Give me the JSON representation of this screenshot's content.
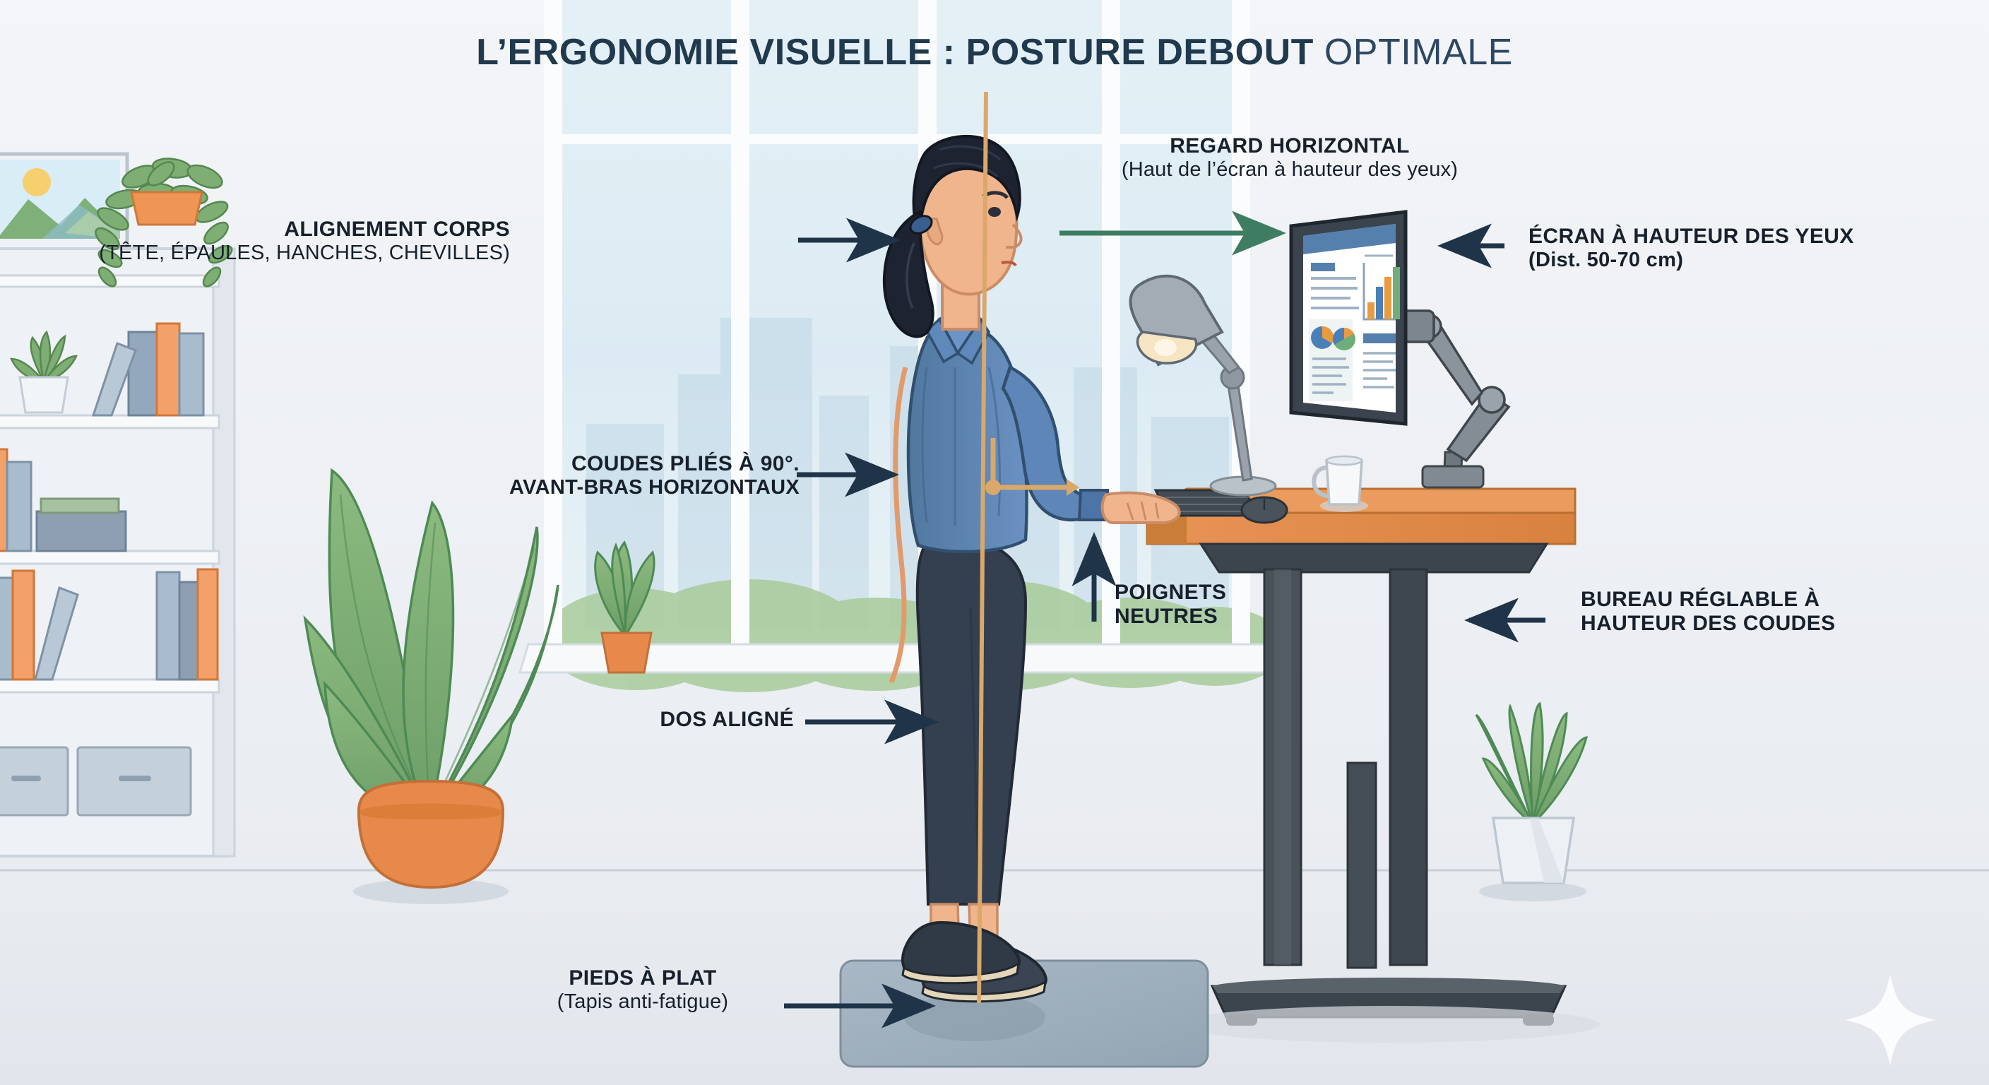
{
  "title": {
    "bold_part": "L’ERGONOMIE VISUELLE : POSTURE DEBOUT",
    "light_part": "OPTIMALE"
  },
  "colors": {
    "title": "#20394d",
    "arrow_dark": "#1f3448",
    "arrow_green": "#3f7d63",
    "plumb_line": "#d9a86a",
    "spine_line": "#e39a6a",
    "wall": "#eef0f4",
    "floor": "#e6e9ee",
    "window_glass": "#dbeaf2",
    "desk_top": "#e08b4e",
    "desk_frame": "#444c55",
    "shirt": "#5b82b5",
    "trousers": "#343f4f",
    "hair": "#1d2330",
    "skin": "#f0b58c",
    "mat": "#9eb0bf",
    "pot_orange": "#e8894c",
    "pot_white": "#e9edf1",
    "leaf_green": "#7fae74",
    "book_orange": "#f4a06a",
    "book_blue": "#93a8bd",
    "monitor_bezel": "#3b444e",
    "mug": "#f4f6f8"
  },
  "labels": [
    {
      "id": "alignement-corps",
      "line1": "ALIGNEMENT CORPS",
      "line2": "(TÊTE, ÉPAULES, HANCHES, CHEVILLES)",
      "line2_style": "regular"
    },
    {
      "id": "regard-horizontal",
      "line1": "REGARD HORIZONTAL",
      "line2": "(Haut de l’écran à hauteur des yeux)",
      "line2_style": "regular"
    },
    {
      "id": "ecran-hauteur-yeux",
      "line1": "ÉCRAN À HAUTEUR DES YEUX",
      "line2": "(Dist. 50-70 cm)",
      "line2_style": "bold"
    },
    {
      "id": "coudes-plies",
      "line1": "COUDES PLIÉS À 90°.",
      "line2": "AVANT-BRAS HORIZONTAUX",
      "line2_style": "bold"
    },
    {
      "id": "poignets-neutres",
      "line1": "POIGNETS",
      "line2": "NEUTRES",
      "line2_style": "bold"
    },
    {
      "id": "bureau-reglable",
      "line1": "BUREAU RÉGLABLE À",
      "line2": "HAUTEUR DES COUDES",
      "line2_style": "bold"
    },
    {
      "id": "dos-aligne",
      "line1": "DOS ALIGNÉ",
      "line2": "",
      "line2_style": "none"
    },
    {
      "id": "pieds-a-plat",
      "line1": "PIEDS À PLAT",
      "line2": "(Tapis anti-fatigue)",
      "line2_style": "regular"
    }
  ],
  "scene": {
    "room": "office-interior",
    "window": {
      "panes": 4,
      "skyline": "city-buildings",
      "foliage": "bushes",
      "sill_plant": "small-potted-plant"
    },
    "bookshelf": {
      "shelves": 4,
      "art": "framed-landscape-picture",
      "top_plant": "trailing-plant-orange-pot",
      "shelf_plant": "succulent-white-pot",
      "storage_boxes": 2
    },
    "floor_plant_left": "large-leafy-plant-orange-pot",
    "floor_plant_right": "snake-plant-white-pot",
    "person": {
      "pose": "standing-profile-facing-right",
      "hair": "dark-ponytail",
      "top": "blue-button-shirt",
      "bottom": "dark-trousers",
      "shoes": "dark-flats"
    },
    "desk": {
      "type": "sit-stand-adjustable",
      "top": "wood",
      "frame": "dark-gray-telescoping",
      "items": [
        "keyboard",
        "mouse",
        "mug",
        "desk-lamp",
        "monitor-arm"
      ]
    },
    "monitor": {
      "mount": "articulating-arm",
      "screen_content": "dashboard-with-charts"
    },
    "mat": "anti-fatigue-mat",
    "sparkle": "decorative-star"
  },
  "screen_dashboard": {
    "header_bar": true,
    "bar_chart": {
      "bars": [
        30,
        58,
        72,
        92
      ],
      "bar_colors": [
        "#eb9b3f",
        "#4a80b8",
        "#eb9b3f",
        "#6fae79"
      ]
    },
    "pie_charts": [
      {
        "slices": [
          55,
          45
        ],
        "colors": [
          "#4a80b8",
          "#eb9b3f"
        ]
      },
      {
        "slices": [
          50,
          30,
          20
        ],
        "colors": [
          "#4a80b8",
          "#6fae79",
          "#eb9b3f"
        ]
      }
    ],
    "text_lines": 12
  }
}
